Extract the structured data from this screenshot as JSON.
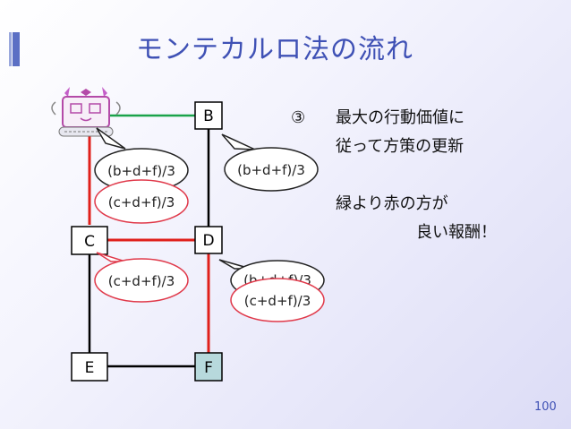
{
  "title": "モンテカルロ法の流れ",
  "nodes": {
    "B": "B",
    "C": "C",
    "D": "D",
    "E": "E",
    "F": "F"
  },
  "bubbles": {
    "c_top_back": "(b+d+f)/3",
    "c_top_front": "(c+d+f)/3",
    "b_right": "(b+d+f)/3",
    "c_bottom": "(c+d+f)/3",
    "d_back": "(b+d+f)/3",
    "d_front": "(c+d+f)/3"
  },
  "text": {
    "marker": "③",
    "line1": "最大の行動価値に",
    "line2": "従って方策の更新",
    "line3": "緑より赤の方が",
    "line4": "良い報酬！"
  },
  "page_number": "100",
  "colors": {
    "title": "#3f51b5",
    "red_edge": "#e0201b",
    "green_edge": "#1aa34a",
    "black_edge": "#000000",
    "goal_fill": "#b7d9dc",
    "bubble_red": "#e0394a",
    "bubble_black": "#222222"
  }
}
